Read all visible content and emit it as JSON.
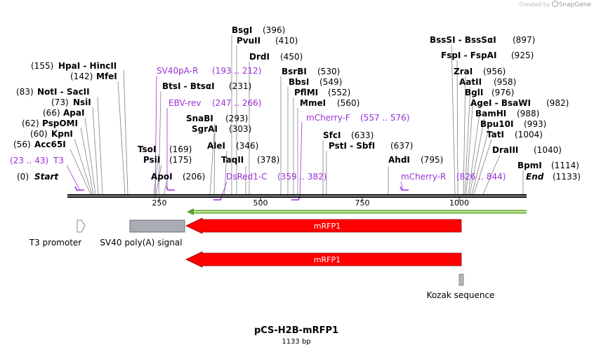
{
  "header": {
    "watermark": "Created by",
    "brand": "SnapGene"
  },
  "plasmid": {
    "name": "pCS-H2B-mRFP1",
    "length_label": "1133 bp"
  },
  "colors": {
    "enzyme_text": "#000000",
    "primer": "#9b30d9",
    "feature_red": "#ff0000",
    "polyA_gray": "#a9adb3",
    "kozak_gray": "#b3b6bd",
    "orf_green": "#7ec53c",
    "leader_line": "#7f7f7f"
  },
  "ruler": {
    "ticks": [
      "250",
      "500",
      "750",
      "1000"
    ]
  },
  "enzymes": [
    {
      "name": "BsgI",
      "pos": "(396)"
    },
    {
      "name": "PvuII",
      "pos": "(410)"
    },
    {
      "name": "DrdI",
      "pos": "(450)"
    },
    {
      "name": "BsrBI",
      "pos": "(530)"
    },
    {
      "name": "BbsI",
      "pos": "(549)"
    },
    {
      "name": "PflMI",
      "pos": "(552)"
    },
    {
      "name": "MmeI",
      "pos": "(560)"
    },
    {
      "name": "SfcI",
      "pos": "(633)"
    },
    {
      "name": "PstI - SbfI",
      "pos": "(637)"
    },
    {
      "name": "AhdI",
      "pos": "(795)"
    },
    {
      "name": "HpaI - HincII",
      "pos": "(155)"
    },
    {
      "name": "MfeI",
      "pos": "(142)"
    },
    {
      "name": "NotI - SacII",
      "pos": "(83)"
    },
    {
      "name": "NsiI",
      "pos": "(73)"
    },
    {
      "name": "ApaI",
      "pos": "(66)"
    },
    {
      "name": "PspOMI",
      "pos": "(62)"
    },
    {
      "name": "KpnI",
      "pos": "(60)"
    },
    {
      "name": "Acc65I",
      "pos": "(56)"
    },
    {
      "name": "BtsI - BtsαI",
      "pos": "(231)"
    },
    {
      "name": "SnaBI",
      "pos": "(293)"
    },
    {
      "name": "SgrAI",
      "pos": "(303)"
    },
    {
      "name": "AleI",
      "pos": "(346)"
    },
    {
      "name": "TaqII",
      "pos": "(378)"
    },
    {
      "name": "TsoI",
      "pos": "(169)"
    },
    {
      "name": "PsiI",
      "pos": "(175)"
    },
    {
      "name": "ApoI",
      "pos": "(206)"
    },
    {
      "name": "BssSI - BssSαI",
      "pos": "(897)"
    },
    {
      "name": "FspI - FspAI",
      "pos": "(925)"
    },
    {
      "name": "ZraI",
      "pos": "(956)"
    },
    {
      "name": "AatII",
      "pos": "(958)"
    },
    {
      "name": "BglI",
      "pos": "(976)"
    },
    {
      "name": "AgeI - BsaWI",
      "pos": "(982)"
    },
    {
      "name": "BamHI",
      "pos": "(988)"
    },
    {
      "name": "Bpu10I",
      "pos": "(993)"
    },
    {
      "name": "TatI",
      "pos": "(1004)"
    },
    {
      "name": "DraIII",
      "pos": "(1040)"
    },
    {
      "name": "BpmI",
      "pos": "(1114)"
    },
    {
      "name": "End",
      "pos": "(1133)"
    },
    {
      "name": "Start",
      "pos": "(0)"
    }
  ],
  "primers": [
    {
      "name": "SV40pA-R",
      "range": "(193 .. 212)"
    },
    {
      "name": "EBV-rev",
      "range": "(247 .. 266)"
    },
    {
      "name": "mCherry-F",
      "range": "(557 .. 576)"
    },
    {
      "name": "T3",
      "range": "(23 .. 43)"
    },
    {
      "name": "DsRed1-C",
      "range": "(359 .. 382)"
    },
    {
      "name": "mCherry-R",
      "range": "(826 .. 844)"
    }
  ],
  "features": {
    "t3_promoter": "T3 promoter",
    "sv40_polya": "SV40 poly(A) signal",
    "mrfp1_top": "mRFP1",
    "mrfp1_bottom": "mRFP1",
    "kozak": "Kozak sequence"
  }
}
